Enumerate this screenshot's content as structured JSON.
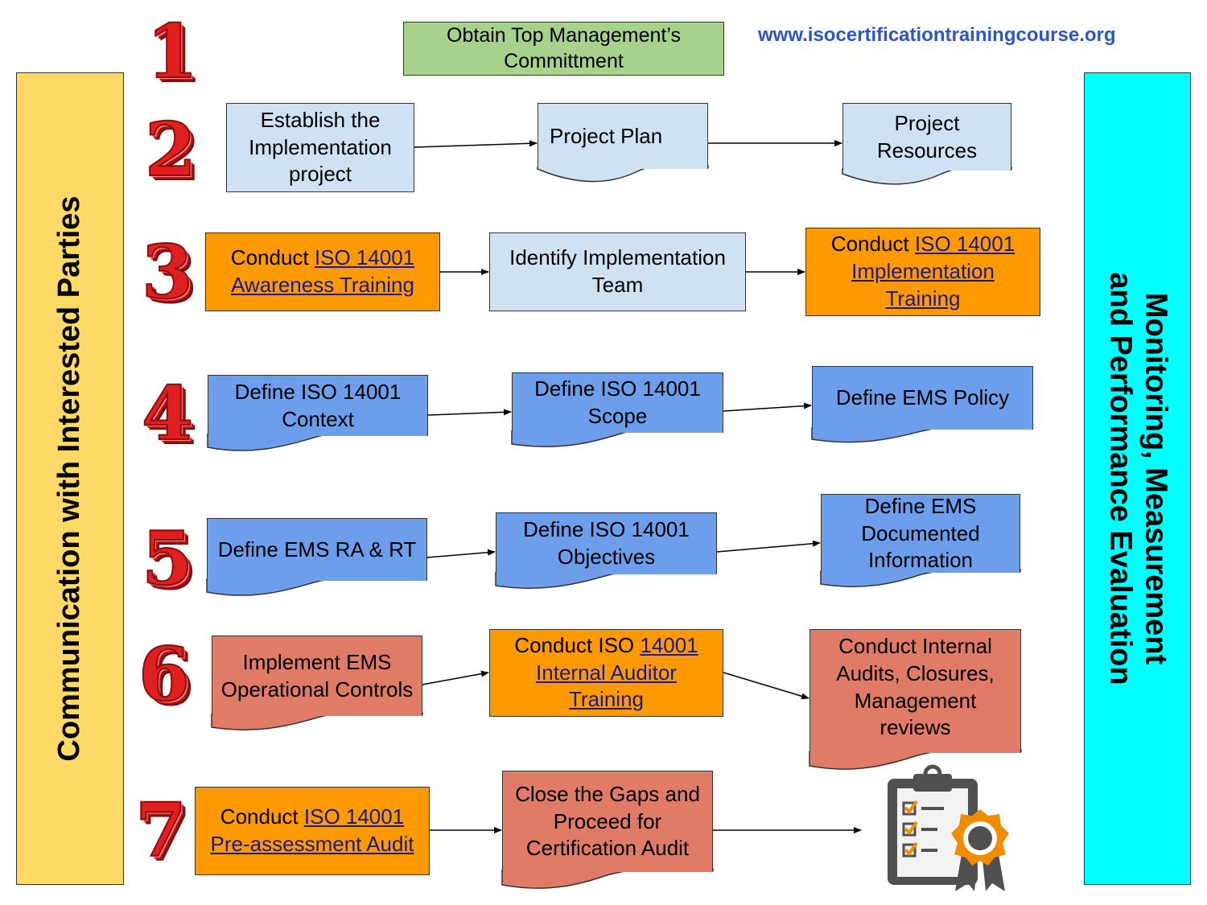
{
  "header": {
    "website": "www.isocertificationtrainingcourse.org"
  },
  "sidebars": {
    "left": "Communication with Interested Parties",
    "right_line1": "Monitoring, Measurement",
    "right_line2": "and Performance Evaluation"
  },
  "step_numbers": [
    "1",
    "2",
    "3",
    "4",
    "5",
    "6",
    "7"
  ],
  "steps": {
    "step1": {
      "commitment": "Obtain Top Management’s Committment"
    },
    "step2": {
      "establish": "Establish the Implementation project",
      "plan": "Project Plan",
      "resources": "Project Resources"
    },
    "step3": {
      "awareness_prefix": "Conduct ",
      "awareness_link": "ISO 14001 Awareness Training",
      "identify_team": "Identify Implementation Team",
      "impl_prefix": "Conduct ",
      "impl_link": "ISO 14001 Implementation Training"
    },
    "step4": {
      "context": "Define ISO 14001 Context",
      "scope": "Define ISO 14001 Scope",
      "policy": "Define EMS Policy"
    },
    "step5": {
      "ra_rt": "Define EMS RA & RT",
      "objectives": "Define ISO 14001 Objectives",
      "documented": "Define EMS Documented Information"
    },
    "step6": {
      "controls": "Implement EMS Operational Controls",
      "auditor_prefix": "Conduct ISO ",
      "auditor_link": "14001 Internal Auditor Training",
      "internal_audits": "Conduct Internal Audits, Closures, Management reviews"
    },
    "step7": {
      "preassess_prefix": "Conduct ",
      "preassess_link": "ISO 14001 Pre-assessment Audit",
      "close_gaps": "Close the Gaps and Proceed for Certification Audit"
    }
  },
  "icons": {
    "final": "certification-clipboard-icon"
  },
  "colors": {
    "green": "#a9d18e",
    "light_blue": "#cfe2f3",
    "orange": "#ff9900",
    "blue": "#6d9eeb",
    "salmon": "#e07b67",
    "yellow": "#ffd966",
    "cyan": "#00ffff",
    "number_red": "#e02020",
    "url_blue": "#2e55c8"
  }
}
